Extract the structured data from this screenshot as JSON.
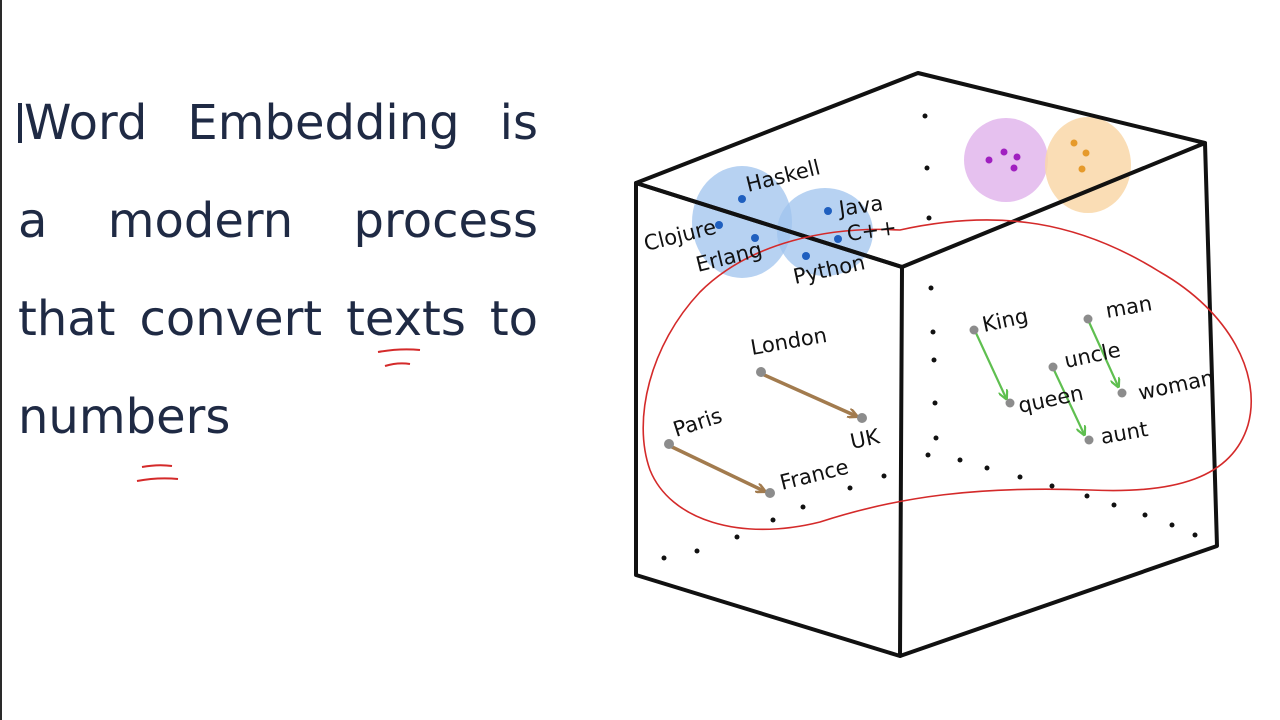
{
  "text": {
    "line1": [
      "Word",
      "Embedding",
      "is"
    ],
    "line2": [
      "a",
      "modern",
      "process"
    ],
    "line3": [
      "that",
      "convert",
      "texts",
      "to"
    ],
    "line4": [
      "numbers"
    ]
  },
  "labels": {
    "haskell": "Haskell",
    "clojure": "Clojure",
    "erlang": "Erlang",
    "java": "Java",
    "cpp": "C++",
    "python": "Python",
    "london": "London",
    "uk": "UK",
    "paris": "Paris",
    "france": "France",
    "king": "King",
    "man": "man",
    "uncle": "uncle",
    "queen": "queen",
    "woman": "woman",
    "aunt": "aunt"
  },
  "colors": {
    "text": "#1f2a44",
    "annotation": "#d42a2a",
    "blue_cluster": "#9fc3ee",
    "purple_cluster": "#e2b6ec",
    "orange_cluster": "#f9d7a8",
    "brown_arrow": "#a27b4e",
    "green_arrow": "#5fbf50",
    "point_gray": "#8c8c8c"
  }
}
